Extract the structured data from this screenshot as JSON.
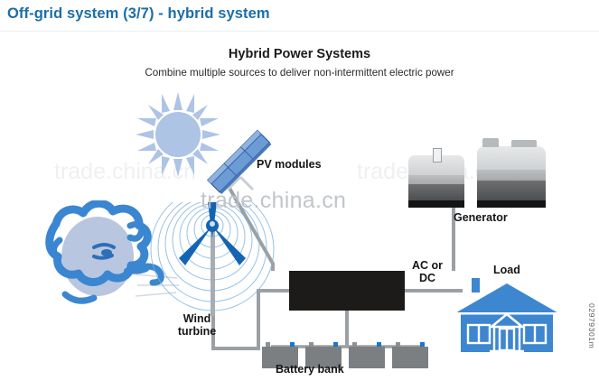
{
  "header": {
    "title": "Off-grid system (3/7) - hybrid system",
    "title_color": "#1c6ea8"
  },
  "figure": {
    "title": "Hybrid Power Systems",
    "subtitle": "Combine multiple sources to deliver non-intermittent electric power"
  },
  "labels": {
    "pv_modules": "PV modules",
    "generator": "Generator",
    "wind_turbine_line1": "Wind",
    "wind_turbine_line2": "turbine",
    "ac_or_line1": "AC or",
    "ac_or_line2": "DC",
    "load": "Load",
    "battery_bank": "Battery bank"
  },
  "watermark": {
    "main": "trade.china.cn",
    "ghost_left": "trade.china.cn",
    "ghost_right": "trade.china.cn",
    "side_code": "02979301m"
  },
  "colors": {
    "title_blue": "#1c6ea8",
    "sun_blue": "#aec4e5",
    "panel_blue": "#5b8fd0",
    "turbine_blue": "#1464b4",
    "house_blue": "#3d86d0",
    "generator_grey": "#b0b3b6",
    "battery_grey": "#7c7f82",
    "inverter_black": "#1d1b1a",
    "wire_grey": "#9ba0a4",
    "watermark_grey": "#b9bfc6"
  }
}
